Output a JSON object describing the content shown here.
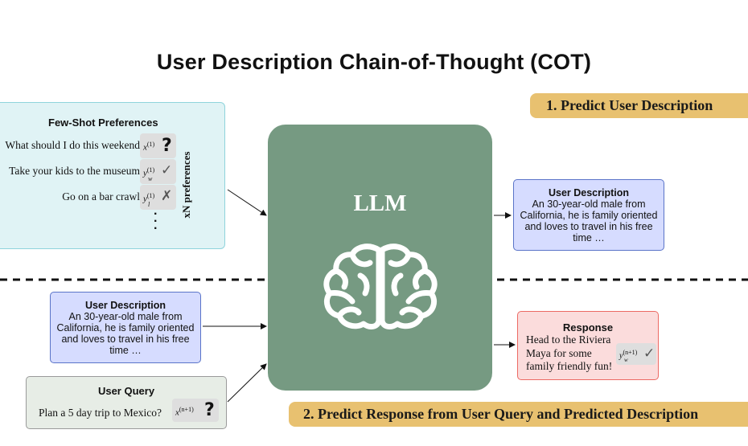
{
  "title": "User Description Chain-of-Thought (COT)",
  "step1": "1. Predict User Description",
  "step2": "2. Predict Response from User Query and Predicted Description",
  "few_shot": {
    "title": "Few-Shot Preferences",
    "rows": [
      {
        "text": "What should I do this weekend",
        "token": "x",
        "sup": "(1)",
        "sub": "",
        "mark": "?"
      },
      {
        "text": "Take your kids to the museum",
        "token": "y",
        "sup": "(1)",
        "sub": "w",
        "mark": "✓"
      },
      {
        "text": "Go on a bar crawl",
        "token": "y",
        "sup": "(1)",
        "sub": "l",
        "mark": "✗"
      }
    ],
    "bracket_label": "xN preferences"
  },
  "llm": {
    "label": "LLM",
    "icon": "brain-icon"
  },
  "user_description": {
    "title": "User Description",
    "body": "An 30-year-old male from California, he is family oriented and loves to travel in his free time …"
  },
  "user_query": {
    "title": "User Query",
    "text": "Plan a 5 day trip to Mexico?",
    "token": "x",
    "sup": "(n+1)",
    "mark": "?"
  },
  "response": {
    "title": "Response",
    "text": "Head to the Riviera Maya for some family friendly fun!",
    "token": "y",
    "sup": "(n+1)",
    "sub": "w",
    "mark": "✓"
  },
  "colors": {
    "llm_box": "#769a82",
    "banner": "#e8c170",
    "few_shot_bg": "#e0f3f5",
    "description_bg": "#d6dcff",
    "description_border": "#5a74c8",
    "query_bg": "#e7ede6",
    "response_bg": "#fbdcdc",
    "response_border": "#ec6a64"
  }
}
